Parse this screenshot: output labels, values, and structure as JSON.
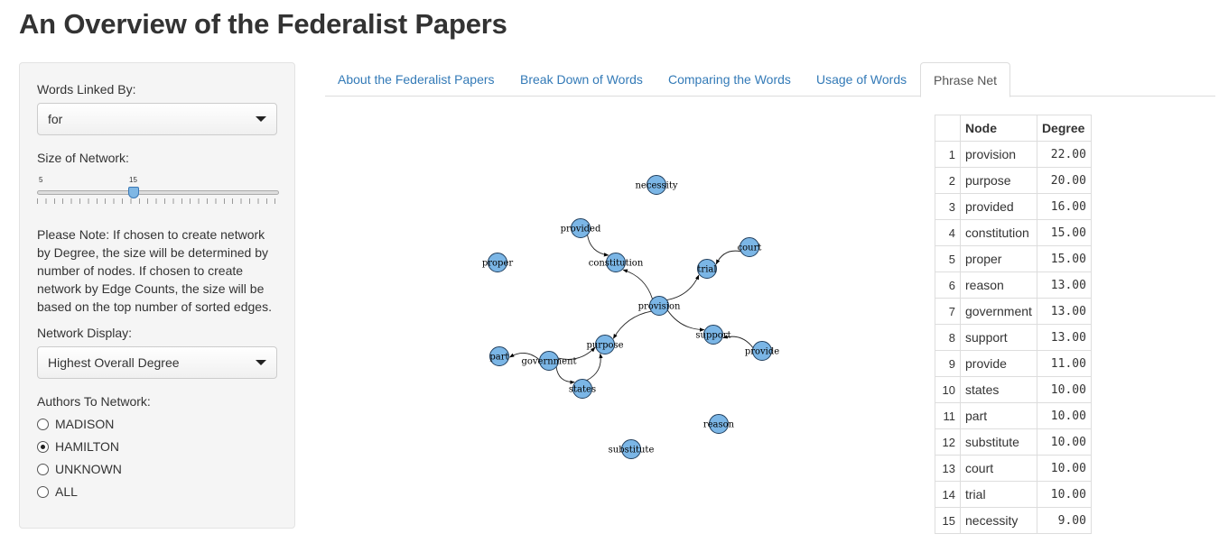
{
  "page_title": "An Overview of the Federalist Papers",
  "sidebar": {
    "words_linked_label": "Words Linked By:",
    "words_linked_value": "for",
    "size_label": "Size of Network:",
    "slider_min": "5",
    "slider_value": "15",
    "note": "Please Note: If chosen to create network by Degree, the size will be determined by number of nodes. If chosen to create network by Edge Counts, the size will be based on the top number of sorted edges.",
    "display_label": "Network Display:",
    "display_value": "Highest Overall Degree",
    "authors_label": "Authors To Network:",
    "authors": [
      {
        "label": "MADISON",
        "selected": false
      },
      {
        "label": "HAMILTON",
        "selected": true
      },
      {
        "label": "UNKNOWN",
        "selected": false
      },
      {
        "label": "ALL",
        "selected": false
      }
    ]
  },
  "tabs": [
    {
      "label": "About the Federalist Papers",
      "active": false
    },
    {
      "label": "Break Down of Words",
      "active": false
    },
    {
      "label": "Comparing the Words",
      "active": false
    },
    {
      "label": "Usage of Words",
      "active": false
    },
    {
      "label": "Phrase Net",
      "active": true
    }
  ],
  "network": {
    "node_color": "#7bb6e6",
    "nodes": [
      "necessity",
      "provided",
      "court",
      "proper",
      "constitution",
      "trial",
      "provision",
      "support",
      "provide",
      "part",
      "government",
      "purpose",
      "states",
      "reason",
      "substitute"
    ],
    "edges": [
      [
        "provided",
        "constitution"
      ],
      [
        "provision",
        "constitution"
      ],
      [
        "provision",
        "trial"
      ],
      [
        "court",
        "trial"
      ],
      [
        "provision",
        "support"
      ],
      [
        "provide",
        "support"
      ],
      [
        "provision",
        "purpose"
      ],
      [
        "government",
        "purpose"
      ],
      [
        "government",
        "part"
      ],
      [
        "government",
        "states"
      ],
      [
        "states",
        "purpose"
      ]
    ]
  },
  "table": {
    "headers": [
      "",
      "Node",
      "Degree"
    ],
    "rows": [
      [
        "1",
        "provision",
        "22.00"
      ],
      [
        "2",
        "purpose",
        "20.00"
      ],
      [
        "3",
        "provided",
        "16.00"
      ],
      [
        "4",
        "constitution",
        "15.00"
      ],
      [
        "5",
        "proper",
        "15.00"
      ],
      [
        "6",
        "reason",
        "13.00"
      ],
      [
        "7",
        "government",
        "13.00"
      ],
      [
        "8",
        "support",
        "13.00"
      ],
      [
        "9",
        "provide",
        "11.00"
      ],
      [
        "10",
        "states",
        "10.00"
      ],
      [
        "11",
        "part",
        "10.00"
      ],
      [
        "12",
        "substitute",
        "10.00"
      ],
      [
        "13",
        "court",
        "10.00"
      ],
      [
        "14",
        "trial",
        "10.00"
      ],
      [
        "15",
        "necessity",
        "9.00"
      ]
    ]
  }
}
